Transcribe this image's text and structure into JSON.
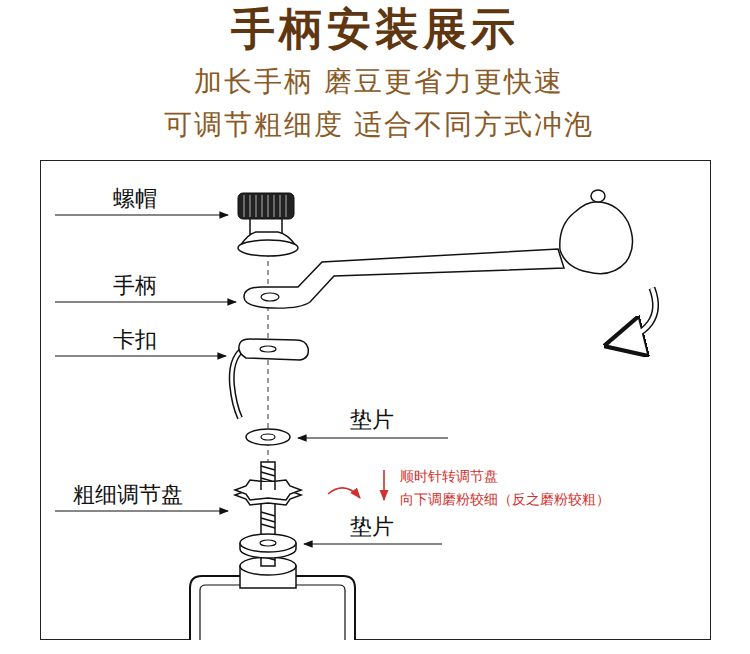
{
  "diagram": {
    "title": "手柄安装展示",
    "labels": [
      "加长手柄 磨豆更省力更快速",
      "可调节粗细度 适合不同方式冲泡",
      "螺帽",
      "手柄",
      "卡扣",
      "垫片",
      "粗细调节盘",
      "顺时针转调节盘",
      "向下调磨粉较细（反之磨粉较粗）",
      "垫片"
    ]
  }
}
